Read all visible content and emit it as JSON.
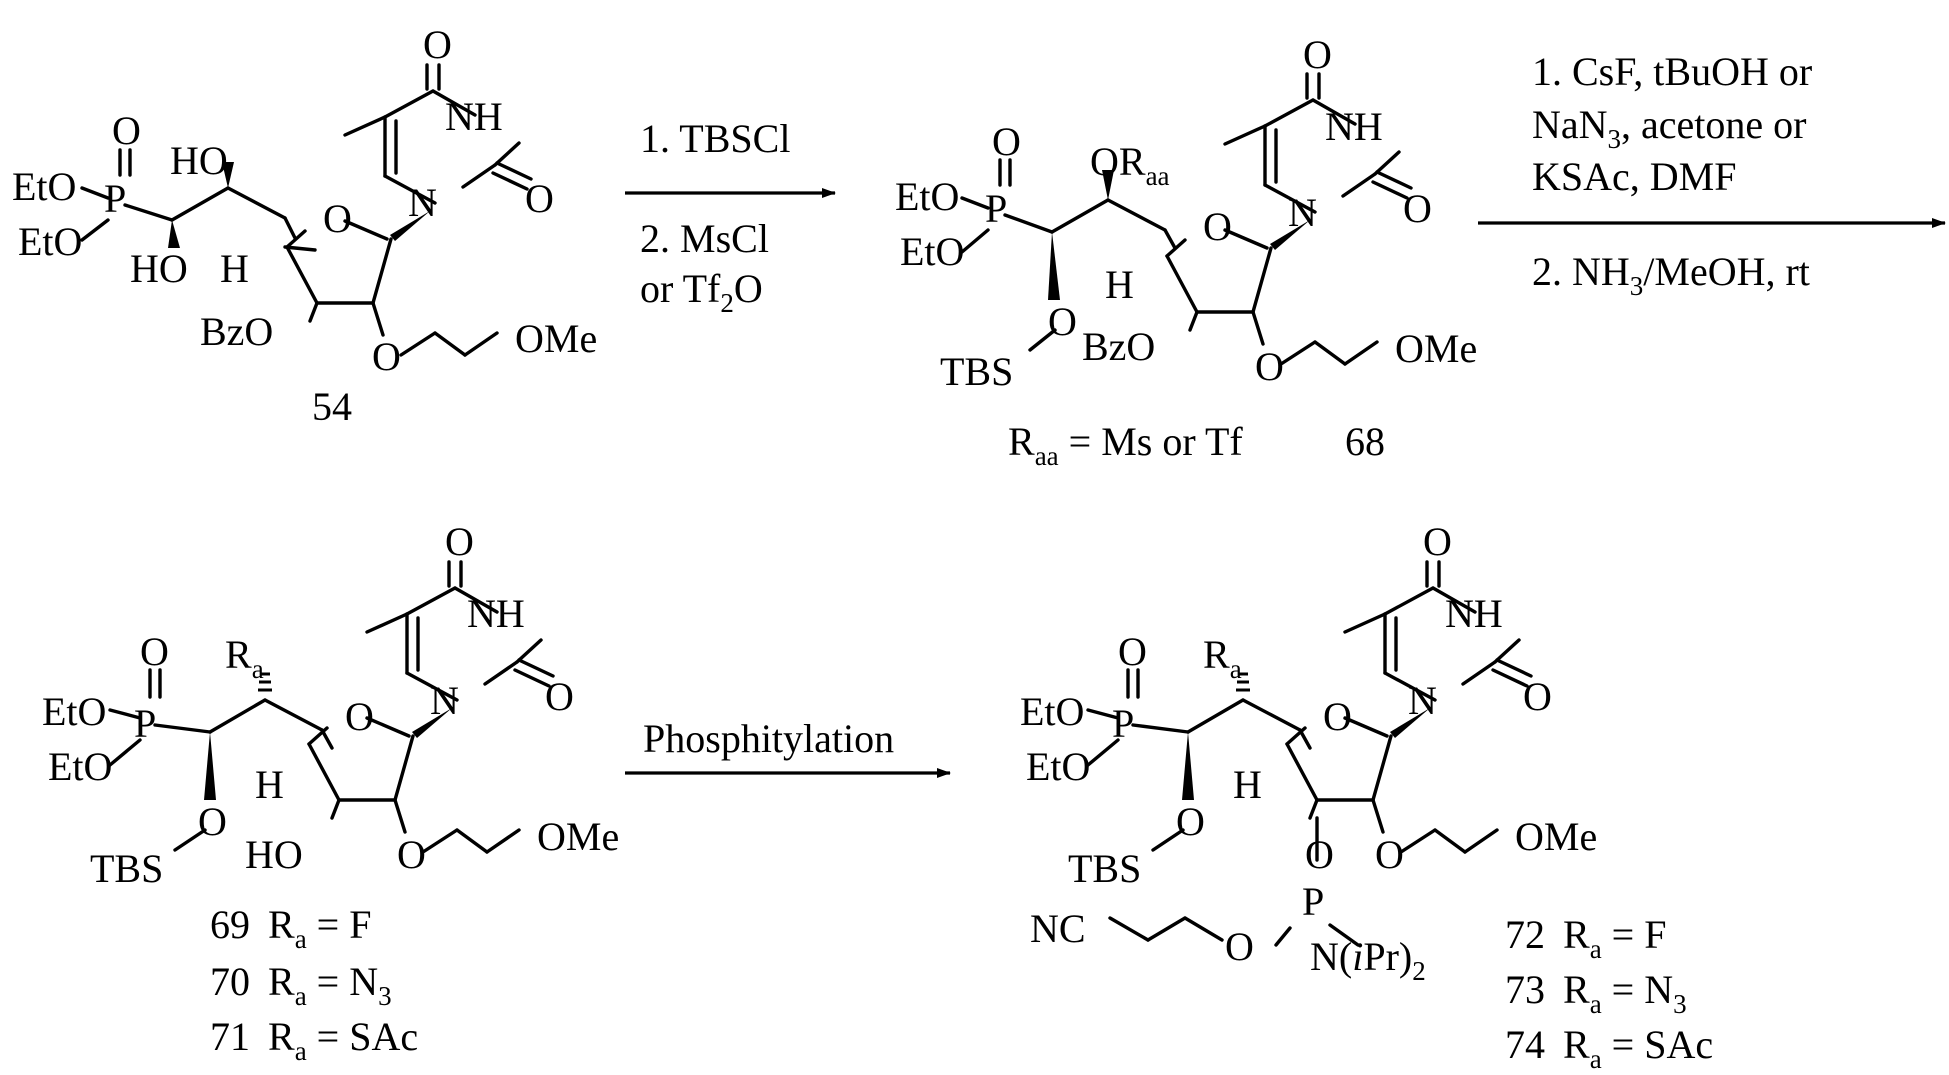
{
  "colors": {
    "ink": "#000000",
    "background": "#ffffff"
  },
  "atoms": {
    "O": "O",
    "NH": "NH",
    "N": "N",
    "P": "P",
    "EtO": "EtO",
    "HO": "HO",
    "H": "H",
    "BzO": "BzO",
    "OMe": "OMe",
    "TBS": "TBS",
    "OR": "OR",
    "R": "R",
    "NC": "NC",
    "N_iPr2_open": "N(",
    "iPr": "i",
    "N_iPr2_close": "Pr)",
    "sub_2": "2",
    "sub_a": "a",
    "sub_aa": "aa"
  },
  "arrows": {
    "arrow1": {
      "step1": "1. TBSCl",
      "step2a": "2. MsCl",
      "step2b": "or Tf",
      "step2b_sub": "2",
      "step2b_tail": "O"
    },
    "arrow2": {
      "line1": "1. CsF, tBuOH or",
      "line2a": "NaN",
      "line2_sub": "3",
      "line2b": ", acetone or",
      "line3": "KSAc, DMF",
      "line4a": "2. NH",
      "line4_sub": "3",
      "line4b": "/MeOH, rt"
    },
    "arrow3": {
      "label": "Phosphitylation"
    }
  },
  "compounds": {
    "c54": {
      "number": "54"
    },
    "c68": {
      "number": "68",
      "def_R": "R",
      "def_sub": "aa",
      "def_text": " = Ms or Tf"
    },
    "c69_71": [
      {
        "number": "69",
        "R": "R",
        "sub": "a",
        "eq": " = F",
        "eq_sub": ""
      },
      {
        "number": "70",
        "R": "R",
        "sub": "a",
        "eq": " = N",
        "eq_sub": "3"
      },
      {
        "number": "71",
        "R": "R",
        "sub": "a",
        "eq": " = SAc",
        "eq_sub": ""
      }
    ],
    "c72_74": [
      {
        "number": "72",
        "R": "R",
        "sub": "a",
        "eq": " = F",
        "eq_sub": ""
      },
      {
        "number": "73",
        "R": "R",
        "sub": "a",
        "eq": " = N",
        "eq_sub": "3"
      },
      {
        "number": "74",
        "R": "R",
        "sub": "a",
        "eq": " = SAc",
        "eq_sub": ""
      }
    ]
  }
}
